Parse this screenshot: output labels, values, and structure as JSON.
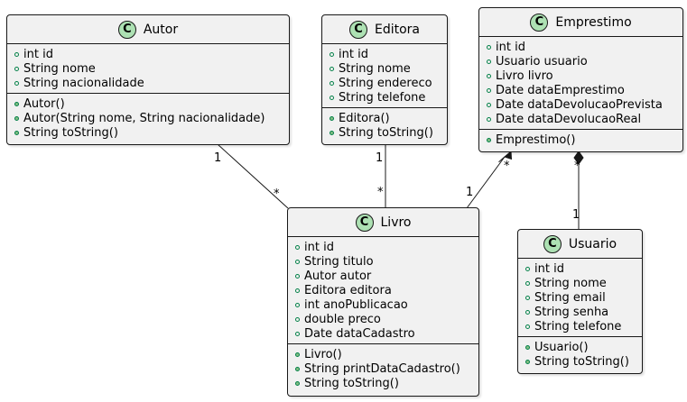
{
  "classes": {
    "autor": {
      "name": "Autor",
      "attributes": [
        "int id",
        "String nome",
        "String nacionalidade"
      ],
      "methods": [
        "Autor()",
        "Autor(String nome, String nacionalidade)",
        "String toString()"
      ]
    },
    "editora": {
      "name": "Editora",
      "attributes": [
        "int id",
        "String nome",
        "String endereco",
        "String telefone"
      ],
      "methods": [
        "Editora()",
        "String toString()"
      ]
    },
    "emprestimo": {
      "name": "Emprestimo",
      "attributes": [
        "int id",
        "Usuario usuario",
        "Livro livro",
        "Date dataEmprestimo",
        "Date dataDevolucaoPrevista",
        "Date dataDevolucaoReal"
      ],
      "methods": [
        "Emprestimo()"
      ]
    },
    "livro": {
      "name": "Livro",
      "attributes": [
        "int id",
        "String titulo",
        "Autor autor",
        "Editora editora",
        "int anoPublicacao",
        "double preco",
        "Date dataCadastro"
      ],
      "methods": [
        "Livro()",
        "String printDataCadastro()",
        "String toString()"
      ]
    },
    "usuario": {
      "name": "Usuario",
      "attributes": [
        "int id",
        "String nome",
        "String email",
        "String senha",
        "String telefone"
      ],
      "methods": [
        "Usuario()",
        "String toString()"
      ]
    }
  },
  "class_icon": "C",
  "relations": [
    {
      "from": "Autor",
      "to": "Livro",
      "from_mult": "1",
      "to_mult": "*",
      "type": "association"
    },
    {
      "from": "Editora",
      "to": "Livro",
      "from_mult": "1",
      "to_mult": "*",
      "type": "association"
    },
    {
      "from": "Emprestimo",
      "to": "Livro",
      "from_mult": "*",
      "to_mult": "1",
      "type": "composition"
    },
    {
      "from": "Emprestimo",
      "to": "Usuario",
      "from_mult": "*",
      "to_mult": "1",
      "type": "composition"
    }
  ],
  "colors": {
    "box_fill": "#f1f1f1",
    "border": "#181818",
    "class_icon_fill": "#ade1b3",
    "visibility_public": "#038048",
    "method_fill": "#84be84"
  }
}
